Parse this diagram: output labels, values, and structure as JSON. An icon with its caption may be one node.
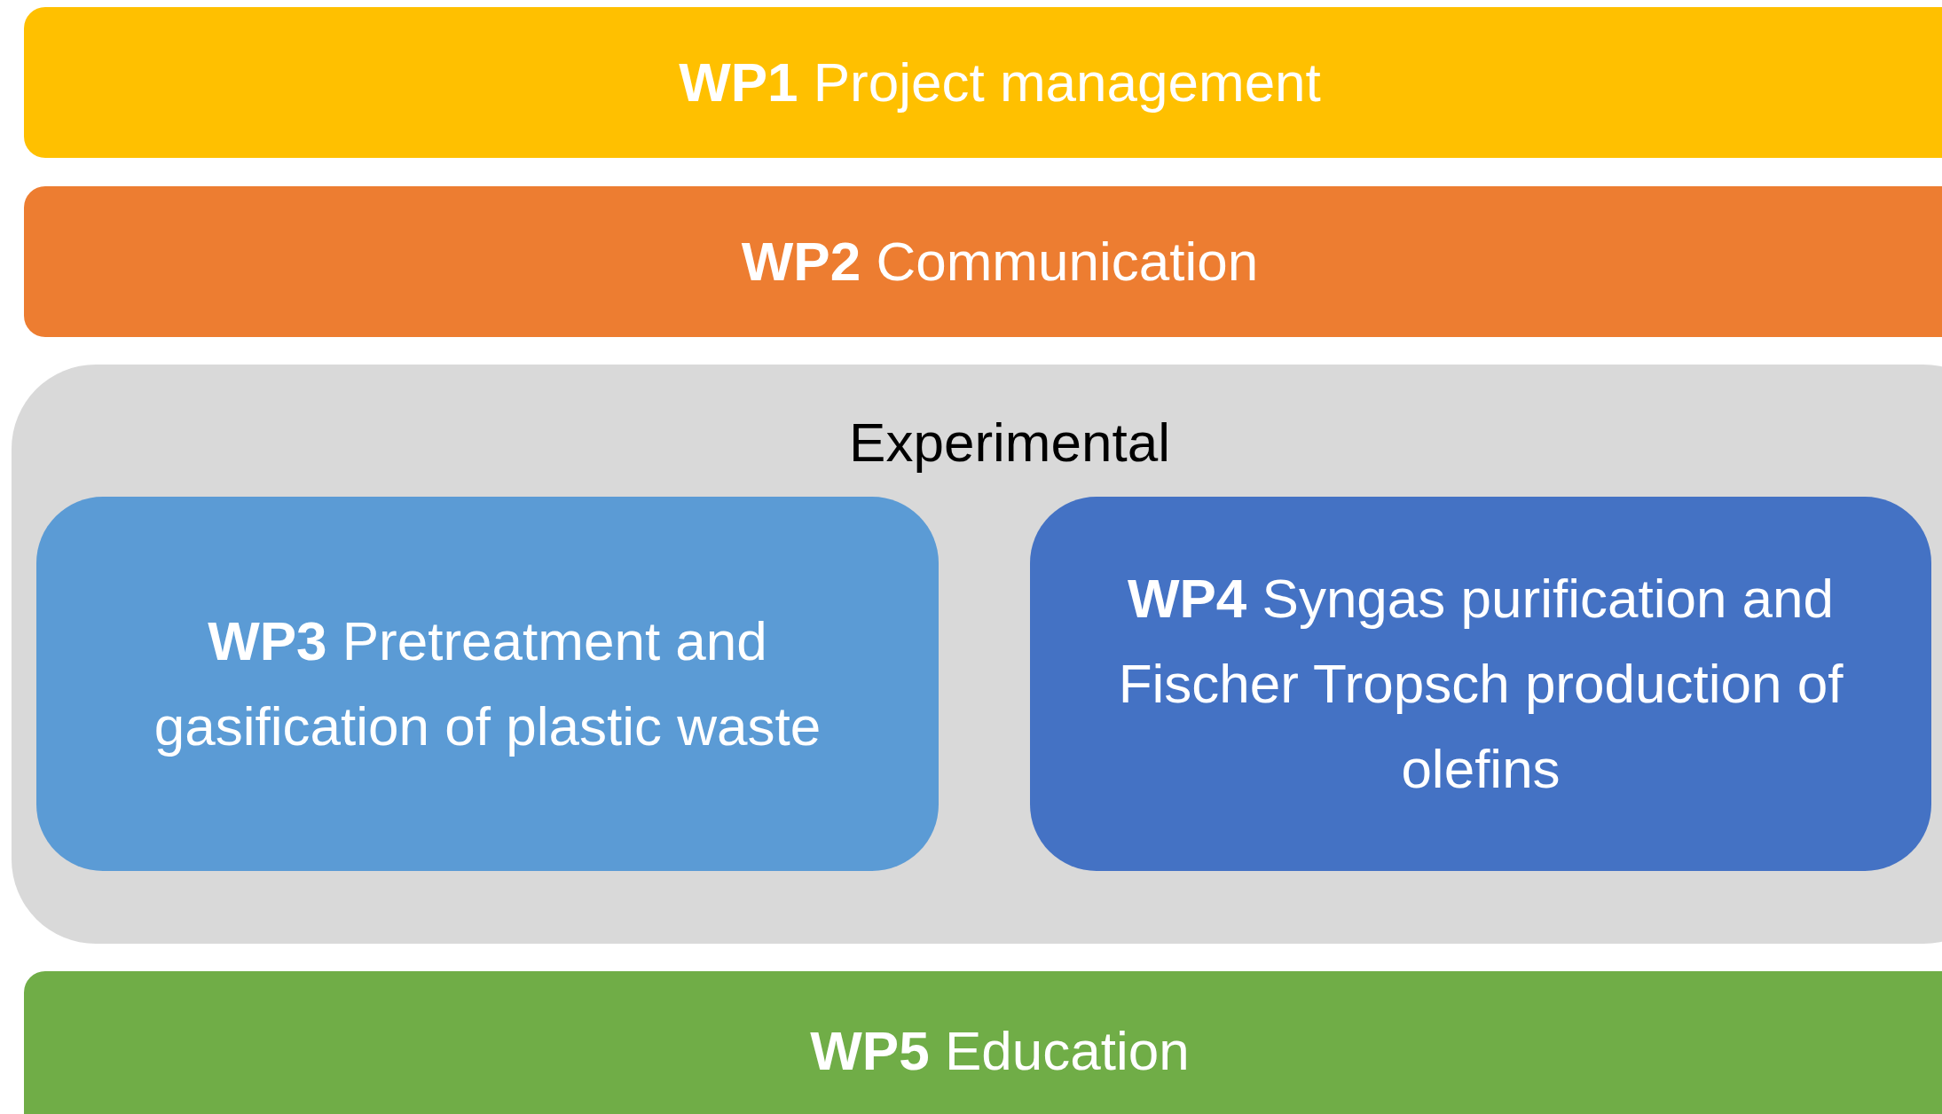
{
  "diagram": {
    "nodes": [
      {
        "text": [
          "**WP1** Project management"
        ]
      },
      {
        "text": [
          "**WP2** Communication"
        ]
      },
      {
        "text": [
          "Experimental"
        ]
      },
      {
        "text": [
          "**WP3** Pretreatment and gasification of plastic waste"
        ],
        "in": 2
      },
      {
        "text": [
          "**WP4** Syngas purification and Fischer Tropsch production of olefins"
        ],
        "in": 2
      },
      {
        "text": [
          "**WP5** Education"
        ]
      }
    ]
  }
}
